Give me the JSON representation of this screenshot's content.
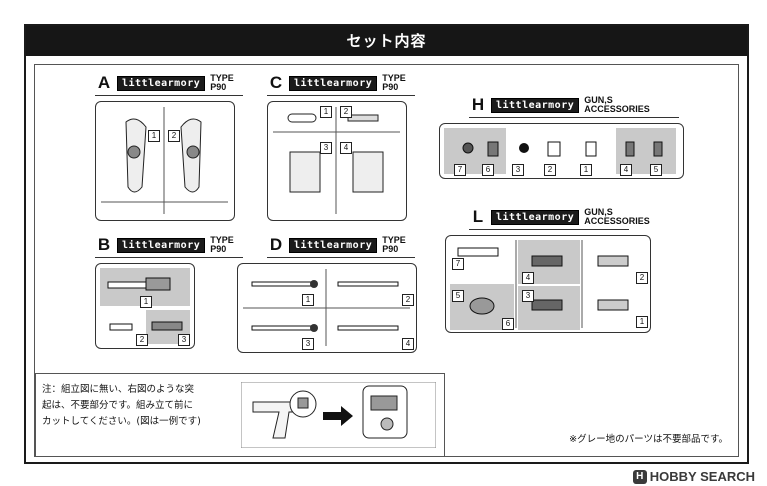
{
  "title": "セット内容",
  "runners": [
    {
      "letter": "A",
      "logo": "littlearmory",
      "type_line1": "TYPE",
      "type_line2": "P90",
      "numbers": [
        "1",
        "2"
      ]
    },
    {
      "letter": "B",
      "logo": "littlearmory",
      "type_line1": "TYPE",
      "type_line2": "P90",
      "numbers": [
        "1",
        "2",
        "3"
      ]
    },
    {
      "letter": "C",
      "logo": "littlearmory",
      "type_line1": "TYPE",
      "type_line2": "P90",
      "numbers": [
        "1",
        "2",
        "3",
        "4"
      ]
    },
    {
      "letter": "D",
      "logo": "littlearmory",
      "type_line1": "TYPE",
      "type_line2": "P90",
      "numbers": [
        "1",
        "2",
        "3",
        "4"
      ]
    },
    {
      "letter": "H",
      "logo": "littlearmory",
      "type_line1": "GUN,S",
      "type_line2": "ACCESSORIES",
      "numbers": [
        "7",
        "6",
        "3",
        "2",
        "1",
        "4",
        "5"
      ]
    },
    {
      "letter": "L",
      "logo": "littlearmory",
      "type_line1": "GUN,S",
      "type_line2": "ACCESSORIES",
      "numbers": [
        "7",
        "5",
        "6",
        "4",
        "3",
        "2",
        "1"
      ]
    }
  ],
  "note": {
    "line1": "注：組立図に無い、右図のような突",
    "line2": "起は、不要部分です。組み立て前に",
    "line3": "カットしてください。(図は一例です)"
  },
  "footnote": "※グレー地のパーツは不要部品です。",
  "watermark": "HOBBY SEARCH",
  "watermark_badge": "H"
}
